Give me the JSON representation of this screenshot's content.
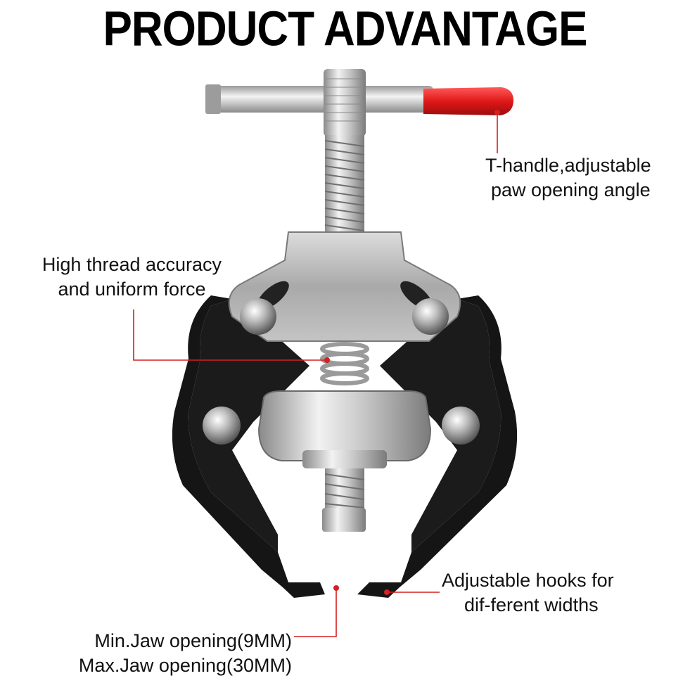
{
  "header": {
    "title": "PRODUCT ADVANTAGE"
  },
  "callouts": {
    "t_handle": {
      "line1": "T-handle,adjustable",
      "line2": "paw opening angle"
    },
    "thread": {
      "line1": "High thread accuracy",
      "line2": "and uniform force"
    },
    "hooks": {
      "line1": "Adjustable hooks for",
      "line2": "dif-ferent widths"
    },
    "jaw": {
      "line1": "Min.Jaw opening(9MM)",
      "line2": "Max.Jaw opening(30MM)"
    }
  },
  "colors": {
    "leader_line": "#d42020",
    "handle_grip": "#e01818",
    "jaws": "#111111",
    "steel": "#c8c8c8"
  }
}
